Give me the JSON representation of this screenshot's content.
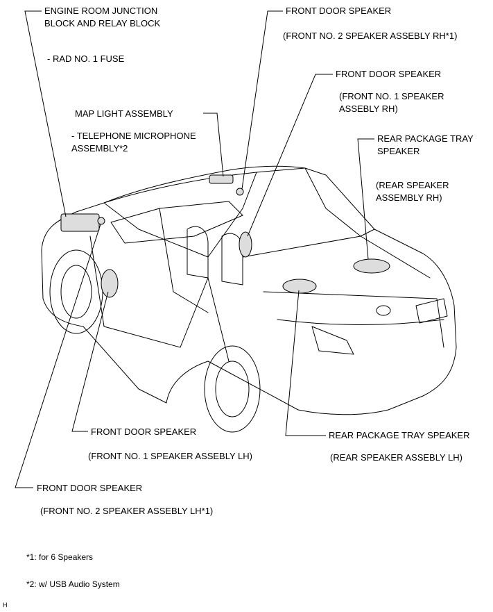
{
  "labels": {
    "ej_line1": "ENGINE ROOM JUNCTION",
    "ej_line2": "BLOCK AND RELAY BLOCK",
    "ej_sub": "- RAD NO. 1 FUSE",
    "fds_rh2": "FRONT DOOR SPEAKER",
    "fds_rh2_sub": "(FRONT NO. 2 SPEAKER ASSEBLY RH*1)",
    "fds_rh1": "FRONT DOOR SPEAKER",
    "fds_rh1_sub1": "(FRONT NO. 1 SPEAKER",
    "fds_rh1_sub2": "ASSEBLY RH)",
    "map_light": "MAP LIGHT ASSEMBLY",
    "tel_mic1": "- TELEPHONE MICROPHONE",
    "tel_mic2": "ASSEMBLY*2",
    "rpt_rh1": "REAR PACKAGE TRAY",
    "rpt_rh2": "SPEAKER",
    "rpt_rh_sub1": "(REAR SPEAKER",
    "rpt_rh_sub2": "ASSEMBLY RH)",
    "fds_lh1": "FRONT DOOR SPEAKER",
    "fds_lh1_sub": "(FRONT NO. 1 SPEAKER ASSEBLY LH)",
    "rpt_lh": "REAR PACKAGE TRAY SPEAKER",
    "rpt_lh_sub": "(REAR SPEAKER ASSEBLY LH)",
    "fds_lh2": "FRONT DOOR SPEAKER",
    "fds_lh2_sub": "(FRONT NO. 2 SPEAKER ASSEBLY LH*1)"
  },
  "notes": {
    "n1": "*1: for 6 Speakers",
    "n2": "*2: w/ USB Audio System",
    "corner": "H"
  }
}
